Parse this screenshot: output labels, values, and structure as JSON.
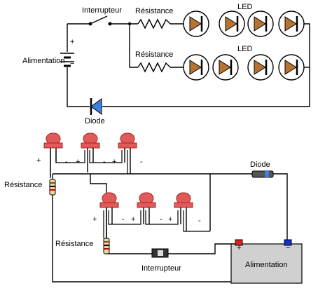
{
  "schematic": {
    "switch_label": "Interrupteur",
    "resistor_label_top": "Résistance",
    "resistor_label_bottom": "Résistance",
    "led_label_top": "LED",
    "led_label_bottom": "LED",
    "power_label": "Alimentation",
    "plus": "+",
    "minus": "−",
    "diode_label": "Diode"
  },
  "wiring": {
    "resistor_left_label": "Résistance",
    "resistor_mid_label": "Résistance",
    "diode_label": "Diode",
    "switch_label": "Interrupteur",
    "power_label": "Alimentation",
    "plus": "+",
    "minus": "-",
    "power_plus": "+",
    "power_minus": "−"
  },
  "colors": {
    "led_fill_schematic": "#b87333",
    "diode_fill": "#3b7de0",
    "led_red": "#e05a5a",
    "terminal_red": "#e02020",
    "terminal_blue": "#1030d0",
    "battery_fill": "#d0d0d0"
  }
}
